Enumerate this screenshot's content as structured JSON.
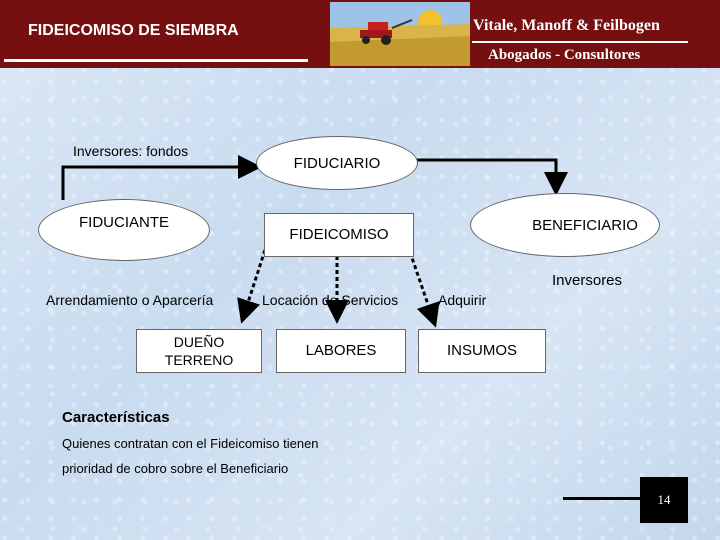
{
  "header": {
    "title": "FIDEICOMISO DE SIEMBRA",
    "firm_name": "Vitale, Manoff & Feilbogen",
    "firm_subtitle": "Abogados - Consultores"
  },
  "diagram": {
    "inversores_fondos": "Inversores: fondos",
    "fiduciario": "FIDUCIARIO",
    "fiduciante": "FIDUCIANTE",
    "fideicomiso": "FIDEICOMISO",
    "beneficiario": "BENEFICIARIO",
    "inversores": "Inversores",
    "arrendamiento": "Arrendamiento o Aparcería",
    "locacion": "Locación de Servicios",
    "adquirir": "Adquirir",
    "dueno_line1": "DUEÑO",
    "dueno_line2": "TERRENO",
    "labores": "LABORES",
    "insumos": "INSUMOS"
  },
  "notes": {
    "heading": "Características",
    "line1": "Quienes contratan con el Fideicomiso tienen",
    "line2": "prioridad de cobro sobre el Beneficiario"
  },
  "page": {
    "number": "14"
  }
}
